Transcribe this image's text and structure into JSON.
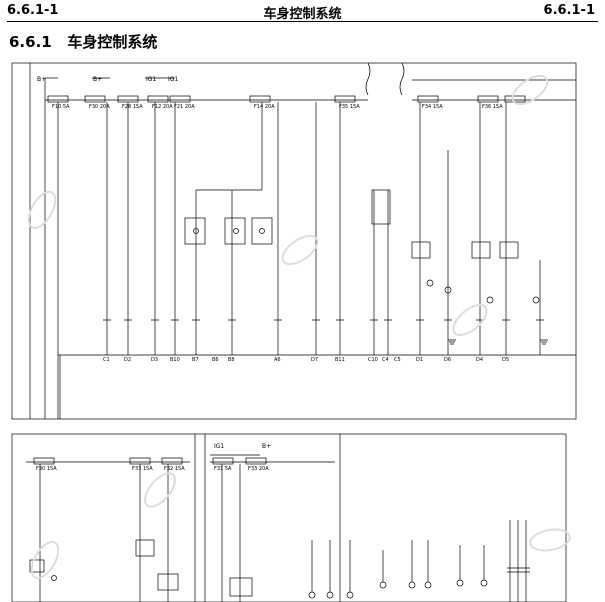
{
  "header": {
    "left": "6.6.1-1",
    "center": "车身控制系统",
    "right": "6.6.1-1"
  },
  "section": {
    "number": "6.6.1",
    "title": "车身控制系统"
  },
  "top_panel": {
    "supply_labels": [
      "B+",
      "B+",
      "IG1",
      "IG1"
    ],
    "fuse_labels": [
      "F10 5A",
      "F30 20A",
      "F28 15A",
      "F12 20A",
      "F21 20A",
      "F14 20A",
      "F35 15A",
      "F34 15A",
      "F36 15A"
    ],
    "pin_labels": [
      "C1",
      "D2",
      "D3",
      "B10",
      "B7",
      "B6",
      "B8",
      "A6",
      "D7",
      "B11",
      "C10",
      "C4",
      "C5",
      "D1",
      "D6",
      "D4",
      "D5"
    ]
  },
  "bottom_panel": {
    "supply_labels": [
      "IG1",
      "B+"
    ],
    "fuse_labels": [
      "F30 15A",
      "F33 15A",
      "F32 15A",
      "F31 5A",
      "F33 20A"
    ]
  }
}
